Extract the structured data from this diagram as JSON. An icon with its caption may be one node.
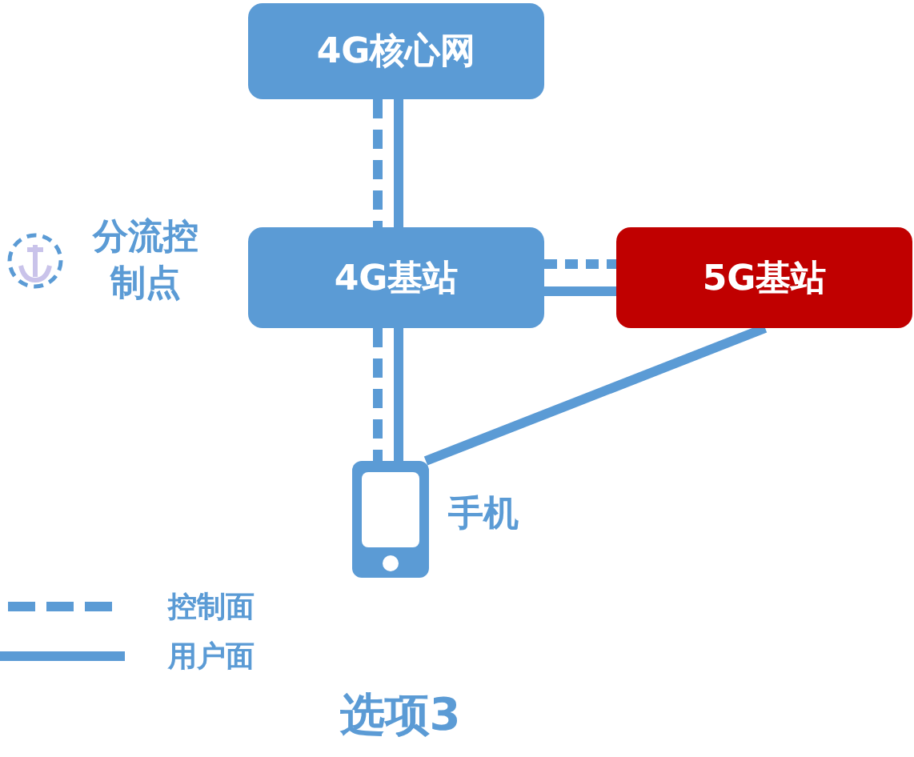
{
  "diagram": {
    "caption": "选项3",
    "nodes": [
      {
        "text": [
          "4G核心网"
        ]
      },
      {
        "text": [
          "4G基站"
        ]
      },
      {
        "text": [
          "5G基站"
        ]
      },
      {
        "text": [],
        "shape": "phone",
        "beside": [
          "手机"
        ]
      }
    ],
    "edges": [
      {
        "from": 0,
        "to": 1,
        "arrow": "none",
        "style": "dashed"
      },
      {
        "from": 0,
        "to": 1,
        "arrow": "none"
      },
      {
        "from": 1,
        "to": 2,
        "arrow": "none",
        "style": "dashed"
      },
      {
        "from": 1,
        "to": 2,
        "arrow": "none"
      },
      {
        "from": 1,
        "to": 3,
        "arrow": "none",
        "style": "dashed"
      },
      {
        "from": 1,
        "to": 3,
        "arrow": "none"
      },
      {
        "from": 2,
        "to": 3,
        "arrow": "none"
      }
    ],
    "labels": [
      "分流控制点"
    ],
    "legend": [
      {
        "text": "控制面"
      },
      {
        "text": "用户面"
      }
    ]
  }
}
